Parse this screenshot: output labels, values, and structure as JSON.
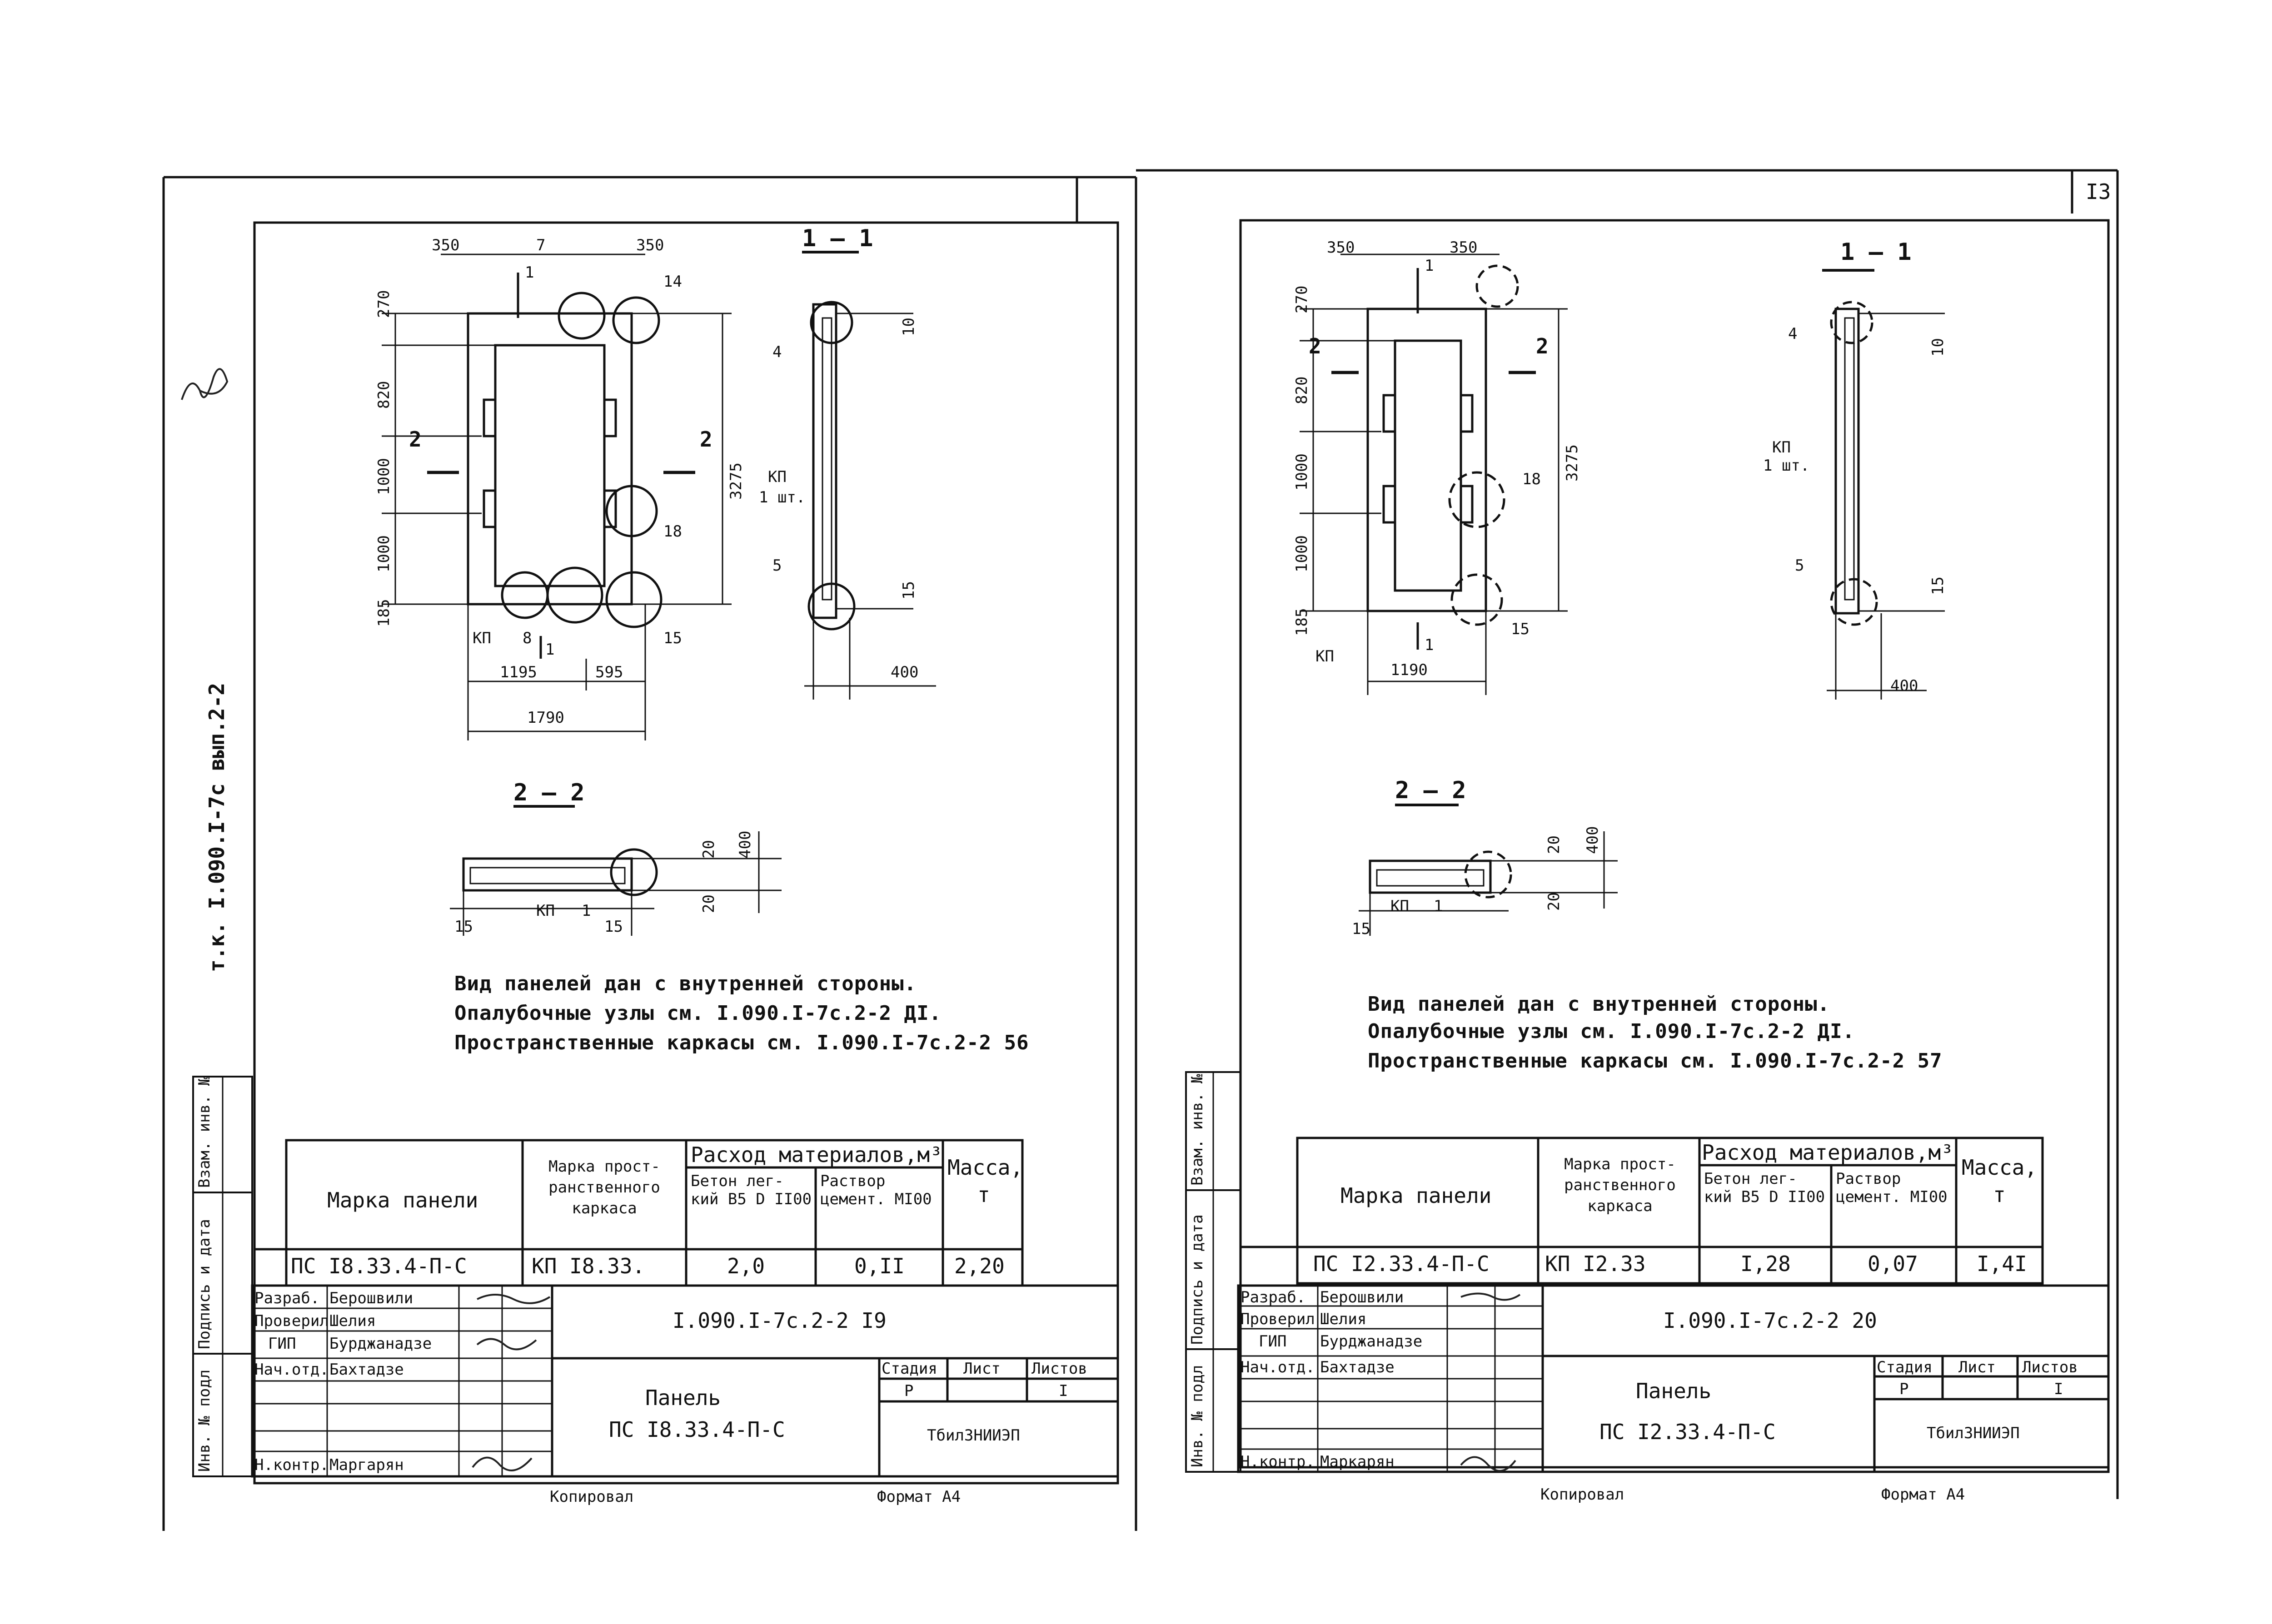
{
  "left_sheet": {
    "sheet_number_side": "т.к. I.090.I-7с вып.2-2",
    "section_1_1": "1 – 1",
    "section_2_2": "2 – 2",
    "dims": {
      "top_350_left": "350",
      "top_7": "7",
      "top_350_right": "350",
      "h_270": "270",
      "h_820": "820",
      "h_1000a": "1000",
      "h_1000b": "1000",
      "h_185": "185",
      "total_3275": "3275",
      "w_1195": "1195",
      "w_595": "595",
      "w_1790": "1790",
      "s11_10": "10",
      "s11_15": "15",
      "s11_400": "400",
      "s22_20a": "20",
      "s22_400": "400",
      "s22_20b": "20",
      "s22_15a": "15",
      "s22_15b": "15"
    },
    "callouts": {
      "c4": "4",
      "c14": "14",
      "c18": "18",
      "c15": "15",
      "c8": "8",
      "kp": "КП",
      "s11_4": "4",
      "s11_5": "5",
      "s11_kp": "КП",
      "s11_kp_qty": "1 шт.",
      "s22_kp": "КП",
      "s22_1": "1",
      "cut2_left": "2",
      "cut2_right": "2",
      "cut1_top": "1",
      "cut1_bottom": "1"
    },
    "notes": [
      "Вид панелей дан с внутренней стороны.",
      "Опалубочные узлы см. I.090.I-7с.2-2 ДI.",
      "Пространственные каркасы см. I.090.I-7с.2-2 56"
    ],
    "table": {
      "h_mark": "Марка панели",
      "h_frame": "Марка прост- ранственного каркаса",
      "h_materials": "Расход материалов,м³",
      "h_concrete": "Бетон лег- кий В5 D II00",
      "h_mortar": "Раствор цемент. МI00",
      "h_mass": "Масса, т",
      "row": {
        "mark": "ПС I8.33.4-П-С",
        "frame": "КП I8.33.",
        "concrete": "2,0",
        "mortar": "0,II",
        "mass": "2,20"
      }
    },
    "stamp": {
      "code": "I.090.I-7с.2-2 I9",
      "title_line1": "Панель",
      "title_line2": "ПС I8.33.4-П-С",
      "stage_h": "Стадия",
      "sheet_h": "Лист",
      "sheets_h": "Листов",
      "stage": "Р",
      "sheets": "I",
      "org": "ТбилЗНИИЭП",
      "roles": [
        "Разраб.",
        "Проверил",
        "ГИП",
        "Нач.отд.",
        "",
        "",
        "Н.контр."
      ],
      "names": [
        "Берошвили",
        "Шелия",
        "Бурджанадзе",
        "Бахтадзе",
        "",
        "",
        "Маргарян"
      ]
    },
    "side_labels": [
      "Инв. № подл",
      "Подпись и дата",
      "Взам. инв. №"
    ],
    "footer_copy": "Копировал",
    "footer_format": "Формат А4"
  },
  "right_sheet": {
    "page_number": "I3",
    "section_1_1": "1 – 1",
    "section_2_2": "2 – 2",
    "dims": {
      "top_350_left": "350",
      "top_350_right": "350",
      "h_270": "270",
      "h_820": "820",
      "h_1000a": "1000",
      "h_1000b": "1000",
      "h_185": "185",
      "total_3275": "3275",
      "w_1190": "1190",
      "s11_10": "10",
      "s11_15": "15",
      "s11_400": "400",
      "s22_20a": "20",
      "s22_400": "400",
      "s22_20b": "20",
      "s22_15": "15"
    },
    "callouts": {
      "c18": "18",
      "c15": "15",
      "kp": "КП",
      "s11_4": "4",
      "s11_5": "5",
      "s11_kp": "КП",
      "s11_kp_qty": "1 шт.",
      "s22_kp": "КП",
      "s22_1": "1",
      "cut2_left": "2",
      "cut2_right": "2",
      "cut1_top": "1",
      "cut1_bottom": "1"
    },
    "notes": [
      "Вид панелей дан с внутренней стороны.",
      "Опалубочные узлы см. I.090.I-7с.2-2 ДI.",
      "Пространственные каркасы см. I.090.I-7с.2-2 57"
    ],
    "table": {
      "h_mark": "Марка панели",
      "h_frame": "Марка прост- ранственного каркаса",
      "h_materials": "Расход материалов,м³",
      "h_concrete": "Бетон лег- кий В5 D II00",
      "h_mortar": "Раствор цемент. МI00",
      "h_mass": "Масса, т",
      "row": {
        "mark": "ПС I2.33.4-П-С",
        "frame": "КП I2.33",
        "concrete": "I,28",
        "mortar": "0,07",
        "mass": "I,4I"
      }
    },
    "stamp": {
      "code": "I.090.I-7с.2-2 20",
      "title_line1": "Панель",
      "title_line2": "ПС I2.33.4-П-С",
      "stage_h": "Стадия",
      "sheet_h": "Лист",
      "sheets_h": "Листов",
      "stage": "Р",
      "sheets": "I",
      "org": "ТбилЗНИИЭП",
      "roles": [
        "Разраб.",
        "Проверил",
        "ГИП",
        "Нач.отд.",
        "",
        "",
        "Н.контр."
      ],
      "names": [
        "Берошвили",
        "Шелия",
        "Бурджанадзе",
        "Бахтадзе",
        "",
        "",
        "Маркарян"
      ]
    },
    "side_labels": [
      "Инв. № подл",
      "Подпись и дата",
      "Взам. инв. №"
    ],
    "footer_copy": "Копировал",
    "footer_format": "Формат А4"
  }
}
